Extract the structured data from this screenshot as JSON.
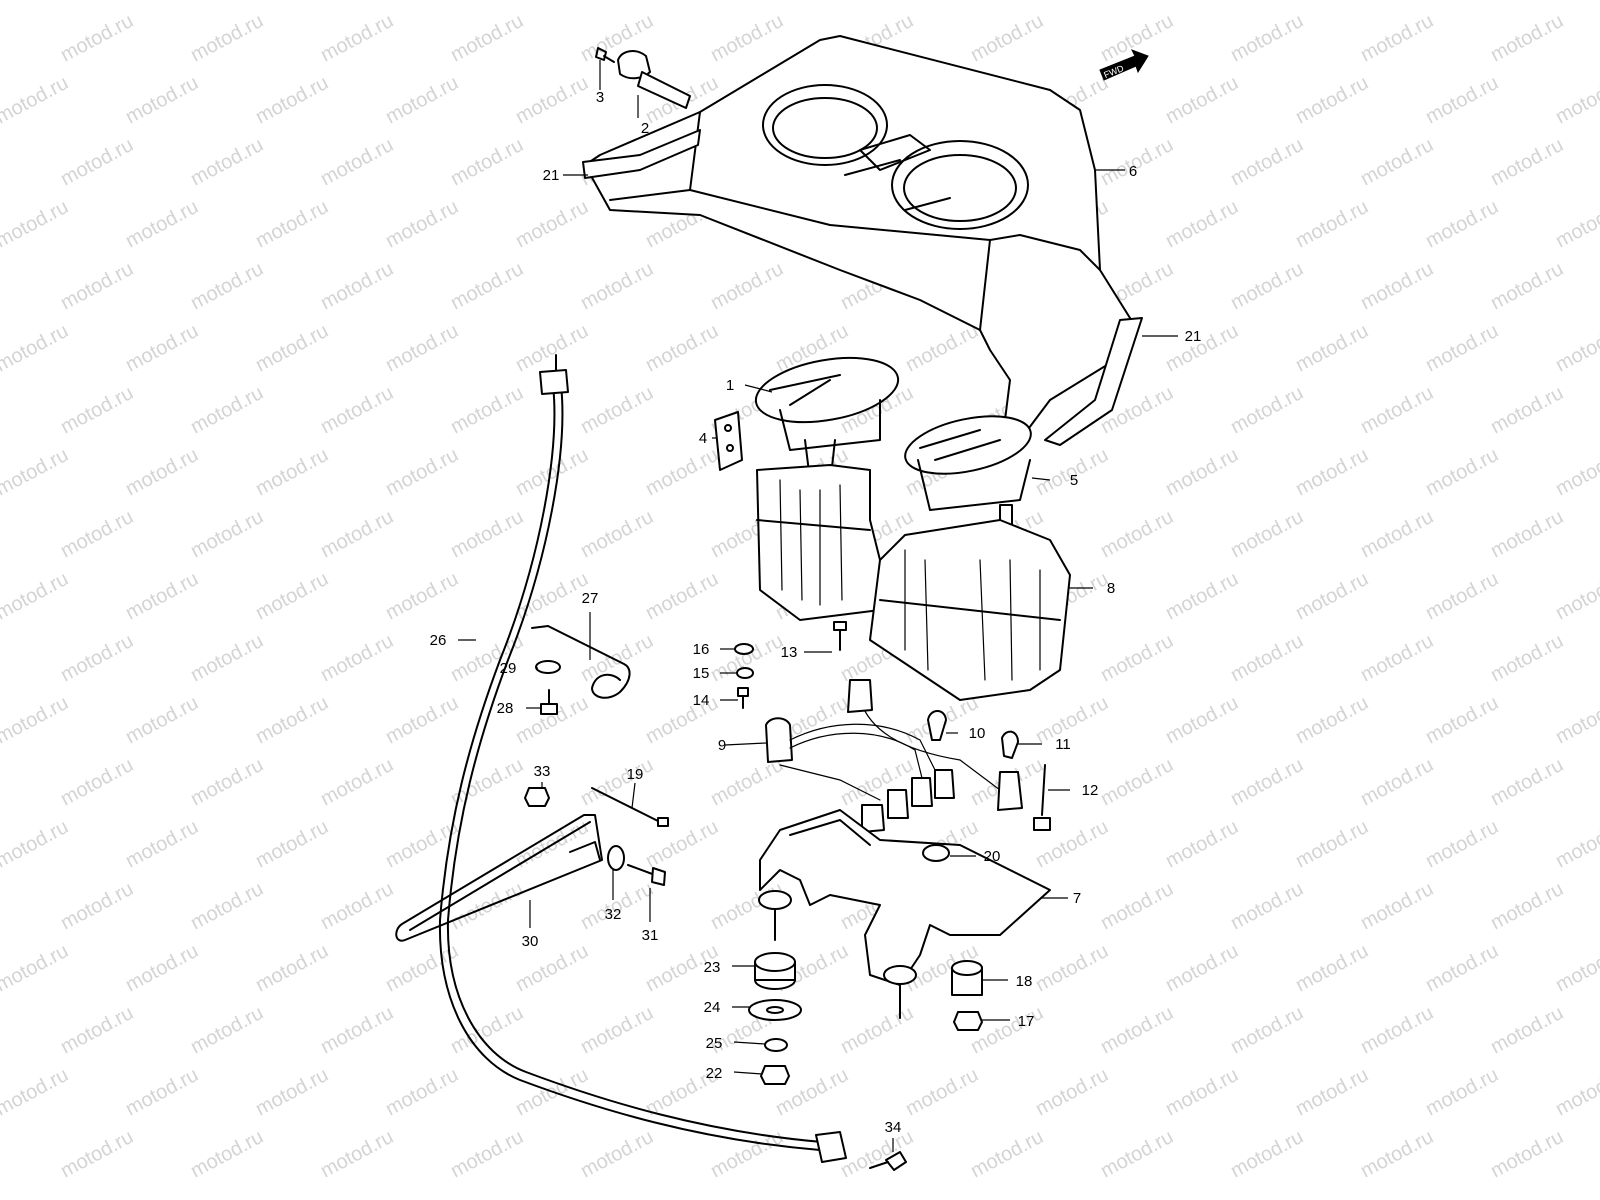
{
  "watermark": {
    "text": "motod.ru",
    "color": "#c8c8c8"
  },
  "fwd_badge": {
    "text": "FWD"
  },
  "callouts": [
    {
      "id": "c3",
      "text": "3"
    },
    {
      "id": "c2",
      "text": "2"
    },
    {
      "id": "c21a",
      "text": "21"
    },
    {
      "id": "c6",
      "text": "6"
    },
    {
      "id": "c21b",
      "text": "21"
    },
    {
      "id": "c1",
      "text": "1"
    },
    {
      "id": "c4",
      "text": "4"
    },
    {
      "id": "c5",
      "text": "5"
    },
    {
      "id": "c8",
      "text": "8"
    },
    {
      "id": "c27",
      "text": "27"
    },
    {
      "id": "c26",
      "text": "26"
    },
    {
      "id": "c29",
      "text": "29"
    },
    {
      "id": "c28",
      "text": "28"
    },
    {
      "id": "c16",
      "text": "16"
    },
    {
      "id": "c13",
      "text": "13"
    },
    {
      "id": "c15",
      "text": "15"
    },
    {
      "id": "c14",
      "text": "14"
    },
    {
      "id": "c9",
      "text": "9"
    },
    {
      "id": "c10",
      "text": "10"
    },
    {
      "id": "c11",
      "text": "11"
    },
    {
      "id": "c12",
      "text": "12"
    },
    {
      "id": "c33",
      "text": "33"
    },
    {
      "id": "c19",
      "text": "19"
    },
    {
      "id": "c20",
      "text": "20"
    },
    {
      "id": "c7",
      "text": "7"
    },
    {
      "id": "c32",
      "text": "32"
    },
    {
      "id": "c31",
      "text": "31"
    },
    {
      "id": "c30",
      "text": "30"
    },
    {
      "id": "c23",
      "text": "23"
    },
    {
      "id": "c18",
      "text": "18"
    },
    {
      "id": "c24",
      "text": "24"
    },
    {
      "id": "c17",
      "text": "17"
    },
    {
      "id": "c25",
      "text": "25"
    },
    {
      "id": "c22",
      "text": "22"
    },
    {
      "id": "c34",
      "text": "34"
    }
  ]
}
